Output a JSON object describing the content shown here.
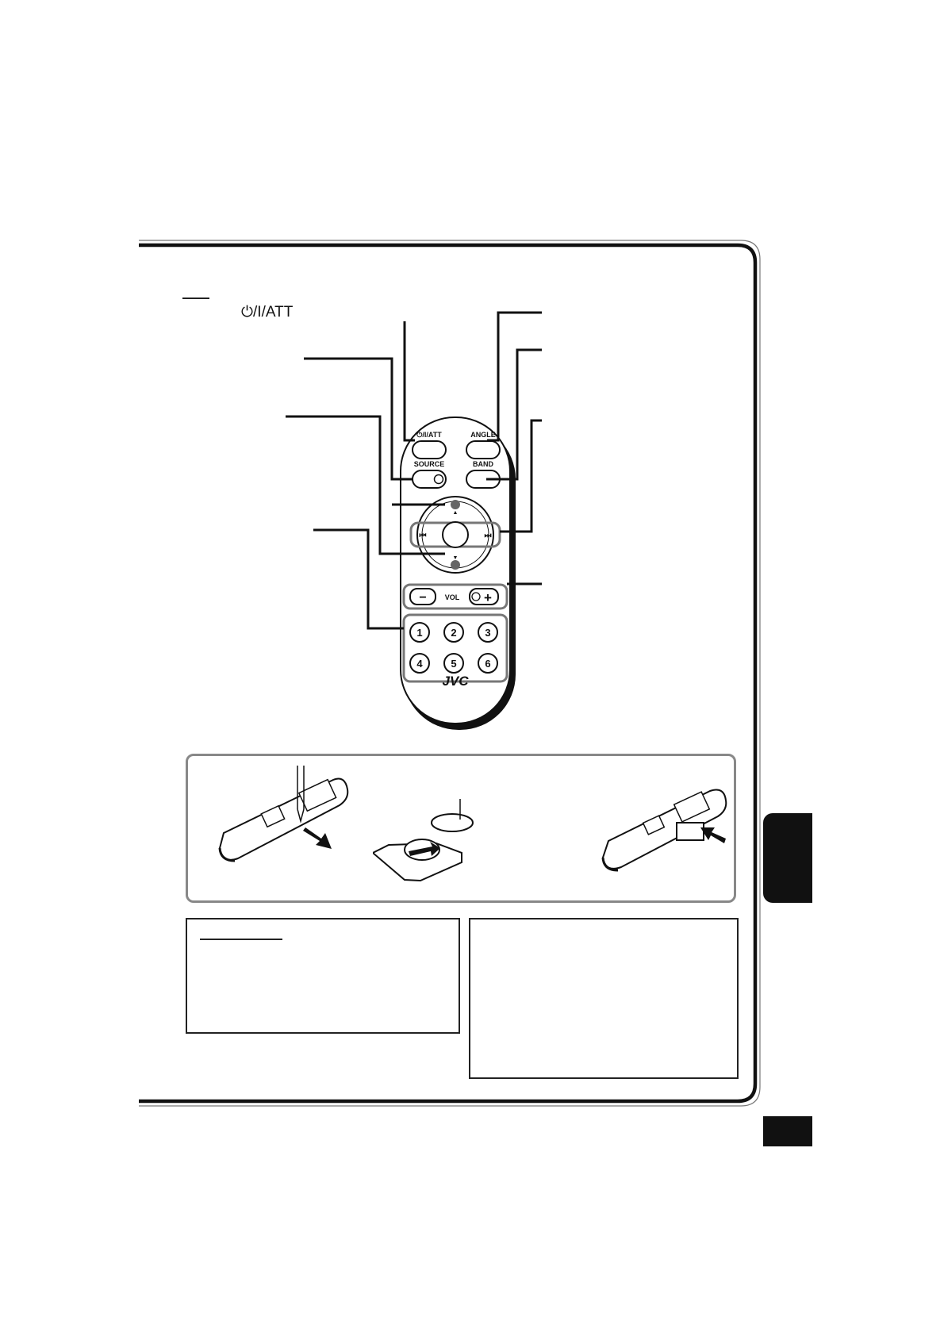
{
  "header": {
    "power_label": "⏻/I/ATT"
  },
  "remote": {
    "brand": "JVC",
    "buttons": {
      "power": "⏻/I/ATT",
      "angle": "ANGLE",
      "source": "SOURCE",
      "band": "BAND",
      "vol": "VOL",
      "minus": "−",
      "plus": "+",
      "up": "▲",
      "down": "▼",
      "prev": "⏮",
      "next": "⏭"
    },
    "presets": [
      "1",
      "2",
      "3",
      "4",
      "5",
      "6"
    ]
  },
  "colors": {
    "ink": "#111111",
    "frame": "#222222",
    "panel_border": "#888888"
  },
  "icons": [
    "power-icon",
    "prev-track-icon",
    "next-track-icon",
    "arrow-up-icon",
    "arrow-down-icon"
  ]
}
